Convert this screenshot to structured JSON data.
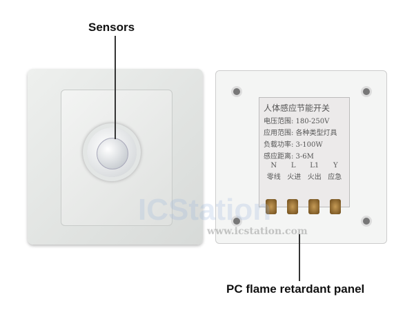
{
  "callouts": {
    "top": "Sensors",
    "bottom": "PC flame retardant panel"
  },
  "label": {
    "title": "人体感应节能开关",
    "lines": [
      "电压范围: 180-250V",
      "应用范围: 各种类型灯具",
      "负载功率: 3-100W",
      "感应距离: 3-6M"
    ],
    "terminals": [
      {
        "code": "N",
        "name": "零线"
      },
      {
        "code": "L",
        "name": "火进"
      },
      {
        "code": "L1",
        "name": "火出"
      },
      {
        "code": "Y",
        "name": "应急"
      }
    ]
  },
  "watermark": {
    "logo": "ICStation",
    "url": "www.icstation.com"
  }
}
